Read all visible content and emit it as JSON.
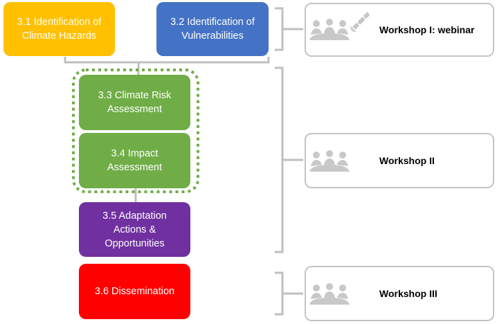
{
  "colors": {
    "hazards": "#FFC000",
    "vulnerabilities": "#4472C4",
    "risk": "#70AD47",
    "adaptation": "#7030A0",
    "dissemination": "#FF0000",
    "connector": "#BFBFBF",
    "dotted_group": "#70AD47",
    "workshop_border": "#C4C4C4"
  },
  "steps": [
    {
      "id": "3.1",
      "label": "3.1 Identification of\nClimate Hazards"
    },
    {
      "id": "3.2",
      "label": "3.2 Identification of\nVulnerabilities"
    },
    {
      "id": "3.3",
      "label": "3.3 Climate Risk\nAssessment"
    },
    {
      "id": "3.4",
      "label": "3.4 Impact\nAssessment"
    },
    {
      "id": "3.5",
      "label": "3.5 Adaptation\nActions &\nOpportunities"
    },
    {
      "id": "3.6",
      "label": "3.6 Dissemination"
    }
  ],
  "workshops": [
    {
      "label": "Workshop I: webinar",
      "icon": "people-around-table-icon",
      "extra_icon": "satellite-icon"
    },
    {
      "label": "Workshop II",
      "icon": "people-around-table-icon"
    },
    {
      "label": "Workshop III",
      "icon": "people-around-table-icon"
    }
  ]
}
